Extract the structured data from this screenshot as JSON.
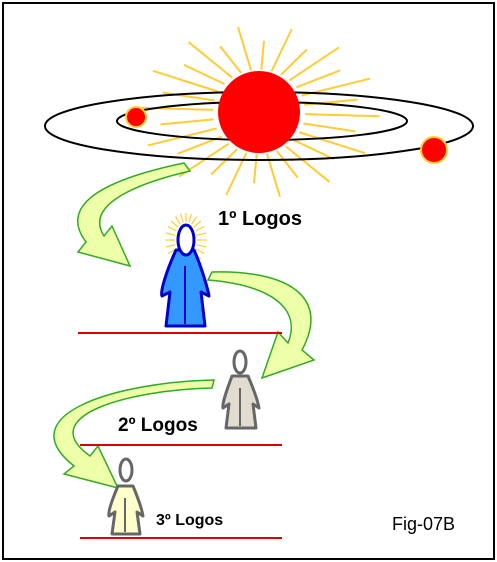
{
  "figure": {
    "label": "Fig-07B"
  },
  "logos": [
    {
      "label": "1º Logos",
      "color": "#3399ff",
      "outline": "#0000cc"
    },
    {
      "label": "2º Logos",
      "color": "#e0ddd0",
      "outline": "#666666"
    },
    {
      "label": "3º Logos",
      "color": "#ffffcc",
      "outline": "#666666"
    }
  ],
  "colors": {
    "sun": "#ff0000",
    "rays": "#ffcc33",
    "orbit": "#000000",
    "arrow_fill": "#eeffaa",
    "arrow_stroke": "#33aa22",
    "base_line": "#dd0000",
    "halo": "#ffcc33"
  }
}
